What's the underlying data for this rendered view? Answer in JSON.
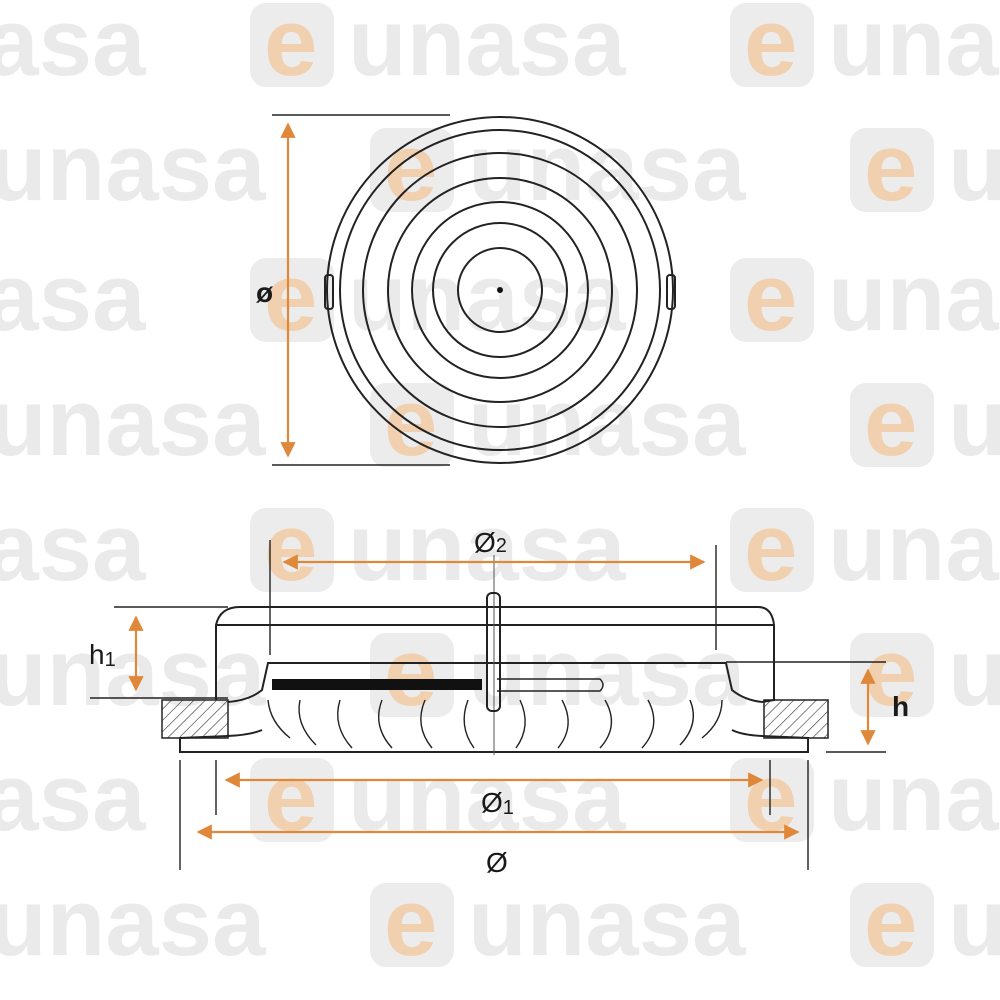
{
  "watermark": {
    "prefix": "e",
    "word": "unasa",
    "full": "eunasa"
  },
  "labels": {
    "top_diameter": "ø",
    "d2": {
      "main": "Ø",
      "sub": "2"
    },
    "h1": {
      "main": "h",
      "sub": "1"
    },
    "h": "h",
    "d1": {
      "main": "Ø",
      "sub": "1"
    },
    "d": "Ø"
  },
  "colors": {
    "line": "#222222",
    "dimension": "#e0883a",
    "watermark_gray": "#d9d9d9",
    "watermark_orange": "#f3c79c"
  }
}
